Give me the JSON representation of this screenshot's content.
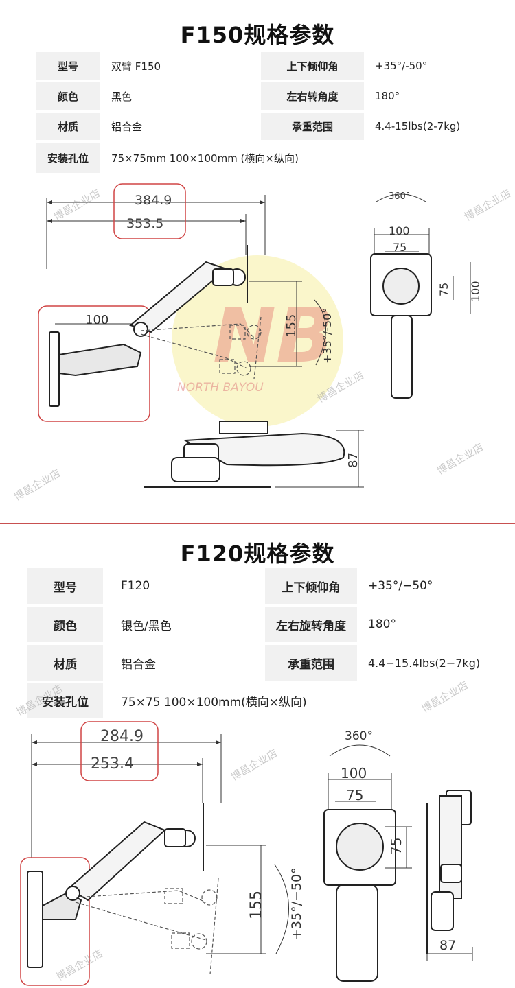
{
  "sections": [
    {
      "title": "F150规格参数",
      "specs": [
        {
          "label": "型号",
          "value": "双臂 F150",
          "label2": "上下倾仰角",
          "value2": "+35°/-50°"
        },
        {
          "label": "颜色",
          "value": "黑色",
          "label2": "左右转角度",
          "value2": "180°"
        },
        {
          "label": "材质",
          "value": "铝合金",
          "label2": "承重范围",
          "value2": "4.4-15lbs(2-7kg)"
        },
        {
          "label": "安装孔位",
          "value": "75×75mm  100×100mm (横向×纵向)"
        }
      ],
      "diagram": {
        "dim_total": "384.9",
        "dim_reach": "353.5",
        "dim_wall": "100",
        "dim_height": "155",
        "tilt": "+35°/-50°",
        "rotation": "360°",
        "vesa_outer": "100",
        "vesa_inner": "75",
        "vesa_v_inner": "75",
        "vesa_v_outer": "100",
        "depth": "87"
      }
    },
    {
      "title": "F120规格参数",
      "specs": [
        {
          "label": "型号",
          "value": "F120",
          "label2": "上下倾仰角",
          "value2": "+35°/−50°"
        },
        {
          "label": "颜色",
          "value": "银色/黑色",
          "label2": "左右旋转角度",
          "value2": "180°"
        },
        {
          "label": "材质",
          "value": "铝合金",
          "label2": "承重范围",
          "value2": "4.4−15.4lbs(2−7kg)"
        },
        {
          "label": "安装孔位",
          "value": "75×75  100×100mm(横向×纵向)"
        }
      ],
      "diagram": {
        "dim_total": "284.9",
        "dim_reach": "253.4",
        "dim_height": "155",
        "tilt": "+35°/−50°",
        "rotation": "360°",
        "vesa_outer": "100",
        "vesa_inner": "75",
        "vesa_v_inner": "75",
        "depth": "87"
      }
    }
  ],
  "watermarks": {
    "shop": "博昌企业店",
    "brand": "NORTH BAYOU"
  },
  "colors": {
    "highlight": "#d04545",
    "divider": "#c85050",
    "label_bg": "#f1f1f1",
    "logo_yellow": "#f5eea0",
    "logo_red": "#e05a5a"
  }
}
